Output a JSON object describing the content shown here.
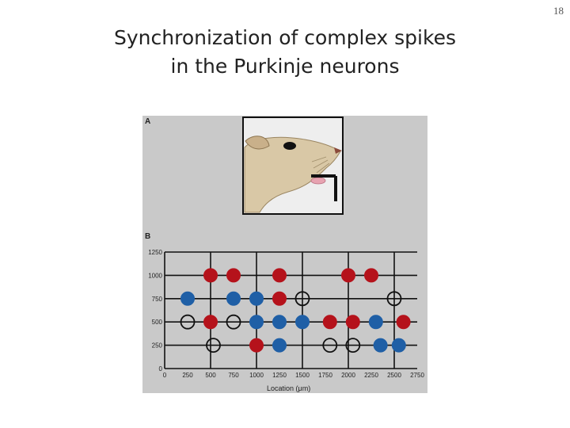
{
  "slide": {
    "number": "18",
    "title_line1": "Synchronization of complex spikes",
    "title_line2": "in the Purkinje neurons"
  },
  "panels": {
    "a_label": "A",
    "b_label": "B"
  },
  "colors": {
    "background": "#ffffff",
    "panel_background": "#c9c9c9",
    "red_marker": "#b5121b",
    "blue_marker": "#1f5fa6",
    "open_marker": "#111111",
    "rat_fur": "#d9c8a6",
    "tongue": "#e7a3b1"
  },
  "illustration": {
    "subject": "rat-head-licking-spout"
  },
  "chart_data": {
    "type": "scatter",
    "xlabel": "Location (μm)",
    "ylabel": "",
    "xlim": [
      0,
      2750
    ],
    "ylim": [
      0,
      1250
    ],
    "x_ticks": [
      "0",
      "250",
      "500",
      "750",
      "1000",
      "1250",
      "1500",
      "1750",
      "2000",
      "2250",
      "2500",
      "2750"
    ],
    "y_ticks": [
      "0",
      "250",
      "500",
      "750",
      "1000",
      "1250"
    ],
    "grid": true,
    "series": [
      {
        "marker": "filled",
        "color": "#b5121b",
        "x": [
          500,
          750,
          1250,
          2000,
          2250,
          1250,
          500,
          1000,
          1800,
          2050,
          2600
        ],
        "y": [
          1000,
          1000,
          1000,
          1000,
          1000,
          750,
          500,
          250,
          500,
          500,
          500
        ]
      },
      {
        "marker": "filled",
        "color": "#1f5fa6",
        "x": [
          250,
          750,
          1000,
          1000,
          1250,
          1500,
          2300,
          1250,
          2350,
          2550
        ],
        "y": [
          750,
          750,
          750,
          500,
          500,
          500,
          500,
          250,
          250,
          250
        ]
      },
      {
        "marker": "open",
        "color": "#111111",
        "x": [
          1500,
          2500,
          250,
          750,
          530,
          1800,
          2050
        ],
        "y": [
          750,
          750,
          500,
          500,
          250,
          250,
          250
        ]
      }
    ]
  }
}
